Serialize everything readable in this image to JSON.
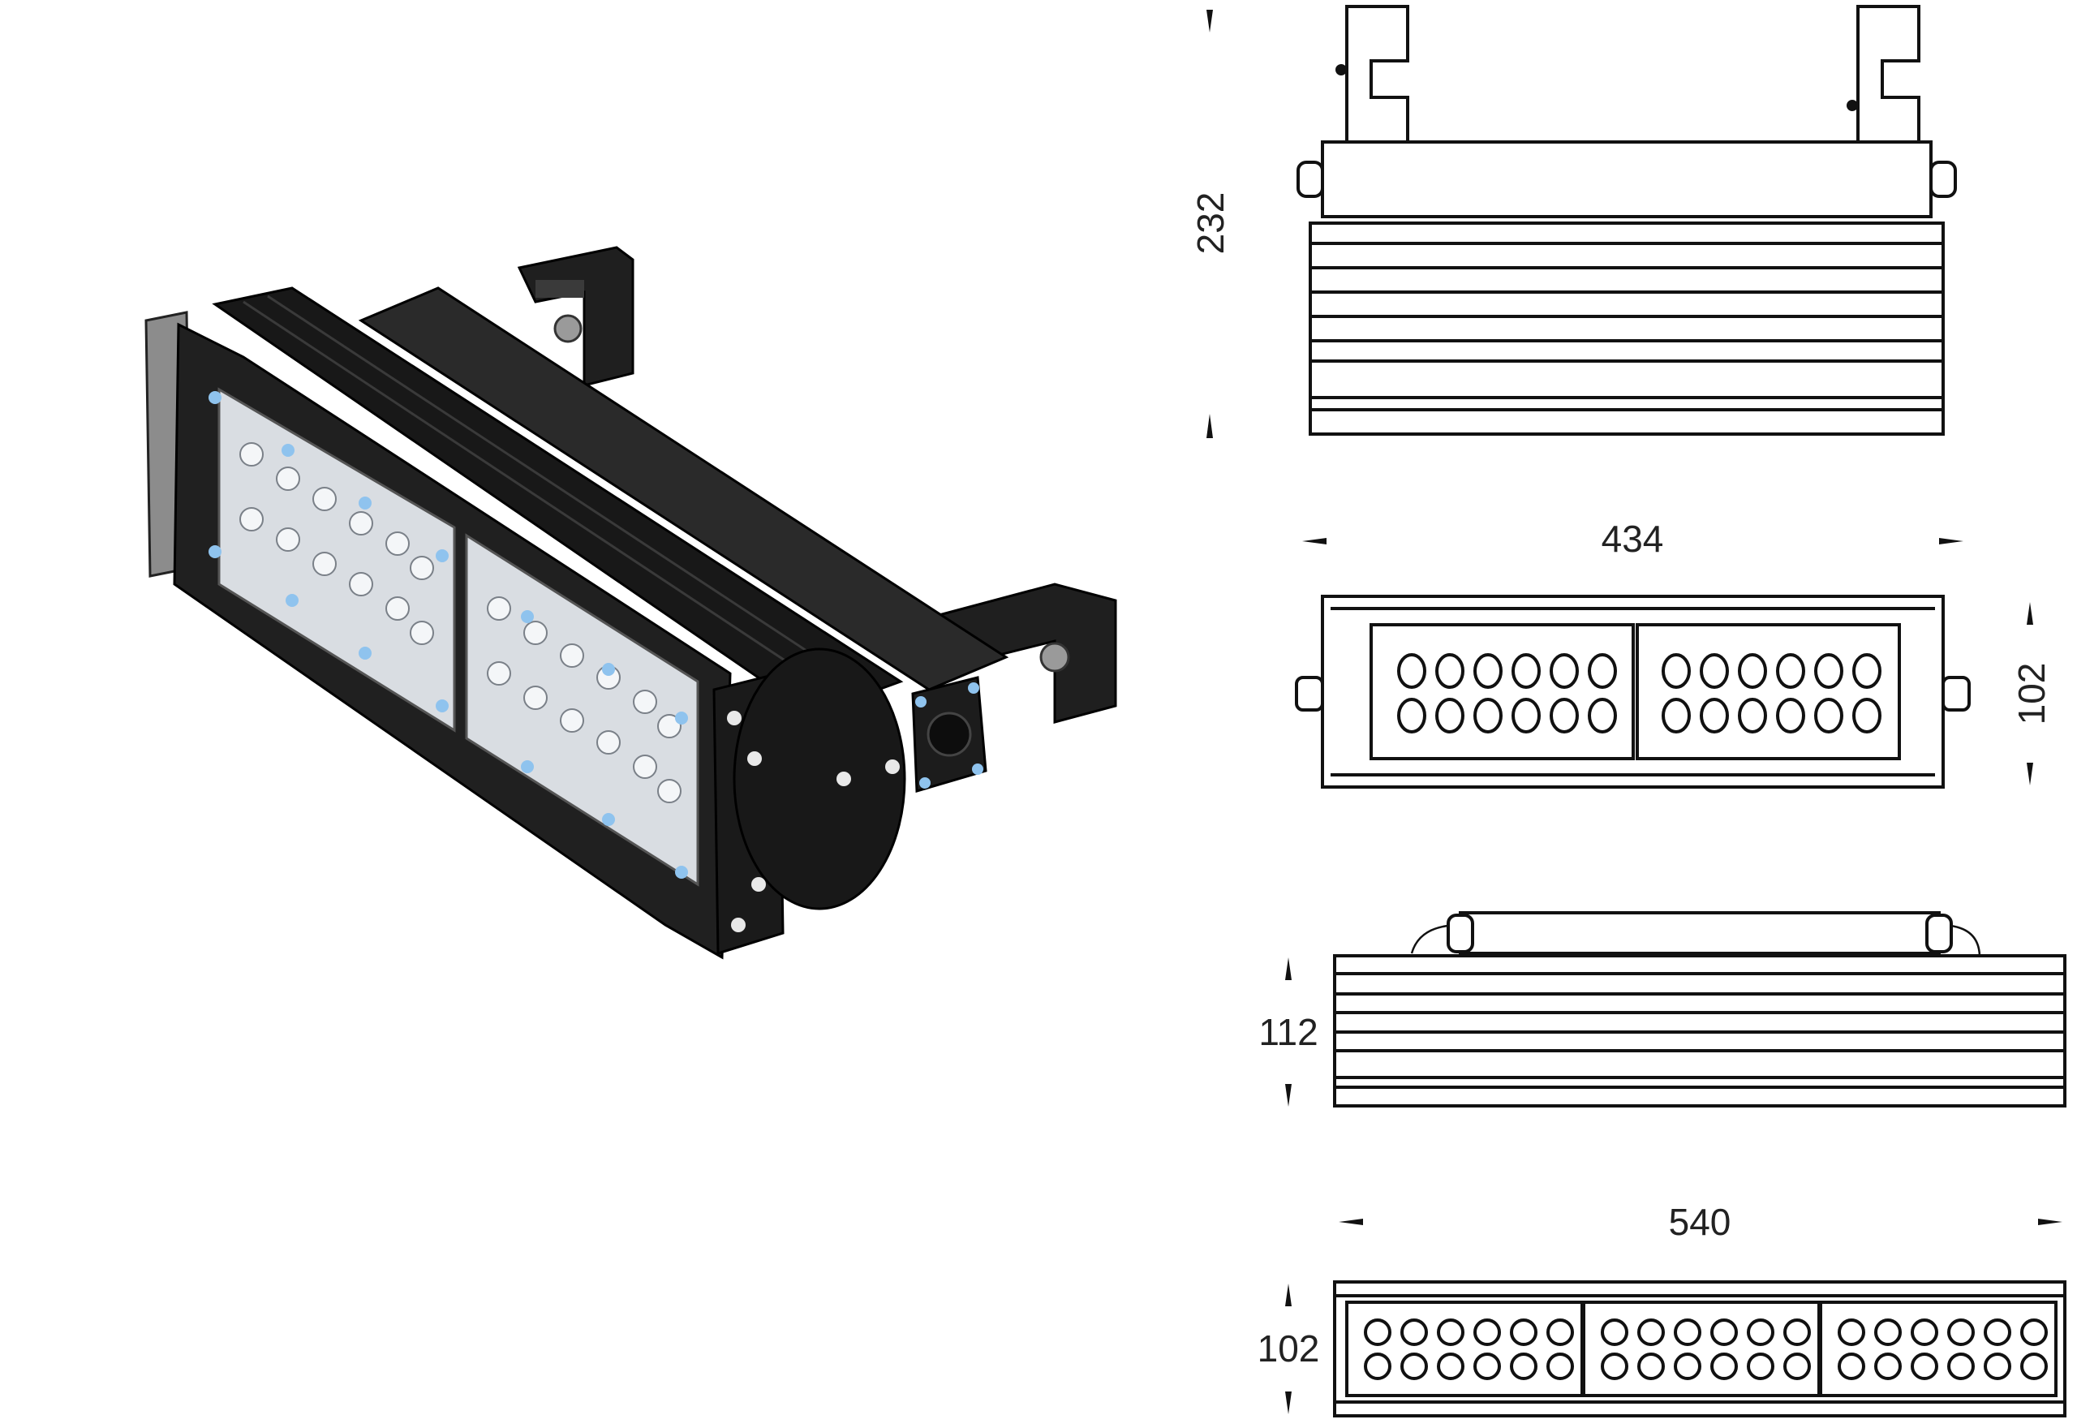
{
  "dimensions": {
    "height_232": "232",
    "width_434": "434",
    "depth_102_a": "102",
    "height_112": "112",
    "width_540": "540",
    "depth_102_b": "102"
  },
  "colors": {
    "body": "#1c1c1c",
    "lens": "#d9dde2",
    "marker": "#8fc3ee"
  }
}
